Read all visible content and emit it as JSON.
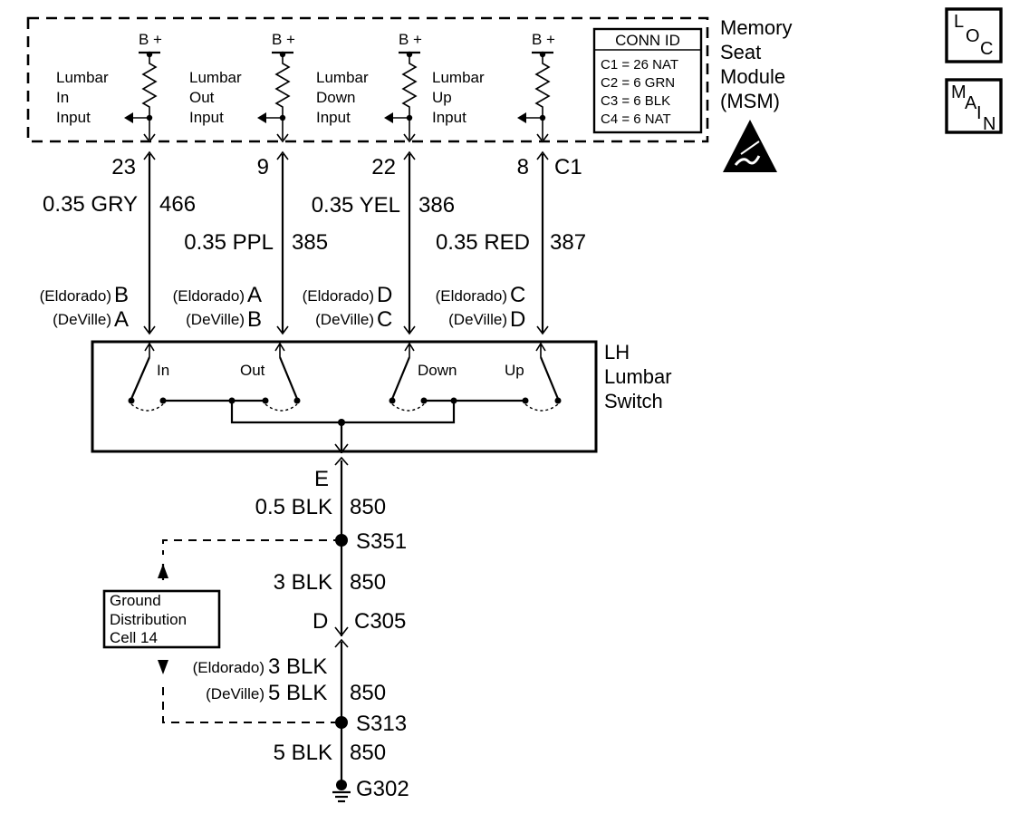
{
  "module": {
    "name_lines": [
      "Memory",
      "Seat",
      "Module",
      "(MSM)"
    ],
    "bplus": "B +",
    "inputs": [
      {
        "lines": [
          "Lumbar",
          "In",
          "Input"
        ]
      },
      {
        "lines": [
          "Lumbar",
          "Out",
          "Input"
        ]
      },
      {
        "lines": [
          "Lumbar",
          "Down",
          "Input"
        ]
      },
      {
        "lines": [
          "Lumbar",
          "Up",
          "Input"
        ]
      }
    ],
    "conn_id": {
      "title": "CONN ID",
      "rows": [
        "C1 = 26 NAT",
        "C2 = 6 GRN",
        "C3 = 6 BLK",
        "C4 = 6 NAT"
      ]
    },
    "connector": "C1"
  },
  "wires": [
    {
      "pin": "23",
      "gauge_color": "0.35 GRY",
      "circuit": "466",
      "eldorado_label": "(Eldorado)",
      "eldorado_pin": "B",
      "deville_label": "(DeVille)",
      "deville_pin": "A"
    },
    {
      "pin": "9",
      "gauge_color": "0.35 PPL",
      "circuit": "385",
      "eldorado_label": "(Eldorado)",
      "eldorado_pin": "A",
      "deville_label": "(DeVille)",
      "deville_pin": "B"
    },
    {
      "pin": "22",
      "gauge_color": "0.35 YEL",
      "circuit": "386",
      "eldorado_label": "(Eldorado)",
      "eldorado_pin": "D",
      "deville_label": "(DeVille)",
      "deville_pin": "C"
    },
    {
      "pin": "8",
      "gauge_color": "0.35 RED",
      "circuit": "387",
      "eldorado_label": "(Eldorado)",
      "eldorado_pin": "C",
      "deville_label": "(DeVille)",
      "deville_pin": "D"
    }
  ],
  "switch": {
    "name_lines": [
      "LH",
      "Lumbar",
      "Switch"
    ],
    "positions": [
      "In",
      "Out",
      "Down",
      "Up"
    ],
    "output_pin": "E"
  },
  "ground_path": {
    "seg1": {
      "gauge_color": "0.5 BLK",
      "circuit": "850"
    },
    "splice1": "S351",
    "seg2": {
      "gauge_color": "3 BLK",
      "circuit": "850"
    },
    "connector_pin": "D",
    "connector": "C305",
    "seg3": {
      "eldorado_label": "(Eldorado)",
      "eldorado_gauge": "3 BLK",
      "deville_label": "(DeVille)",
      "deville_gauge": "5 BLK",
      "circuit": "850"
    },
    "splice2": "S313",
    "seg4": {
      "gauge_color": "5 BLK",
      "circuit": "850"
    },
    "ground": "G302"
  },
  "reference_box": {
    "lines": [
      "Ground",
      "Distribution",
      "Cell 14"
    ]
  },
  "icons": {
    "loc": {
      "letters": [
        "L",
        "O",
        "C"
      ]
    },
    "main": {
      "letters": [
        "M",
        "A",
        "I",
        "N"
      ]
    },
    "esd": "esd-warning-icon"
  }
}
